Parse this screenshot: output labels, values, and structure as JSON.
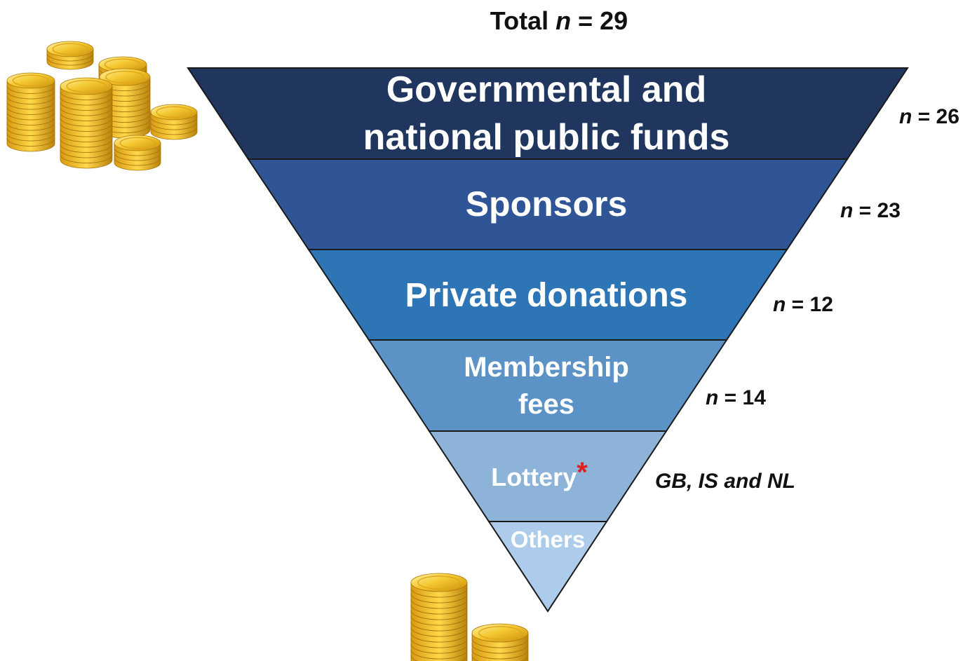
{
  "total": {
    "prefix": "Total ",
    "variable": "n",
    "suffix": " = 29"
  },
  "tiers": [
    {
      "name": "Governmental and national public funds",
      "lines": [
        "Governmental and",
        "national public funds"
      ],
      "count_var": "n",
      "count_text": " = 26",
      "count_value": 26,
      "color": "#20365f"
    },
    {
      "name": "Sponsors",
      "lines": [
        "Sponsors"
      ],
      "count_var": "n",
      "count_text": " = 23",
      "count_value": 23,
      "color": "#2f5597"
    },
    {
      "name": "Private donations",
      "lines": [
        "Private donations"
      ],
      "count_var": "n",
      "count_text": " = 12",
      "count_value": 12,
      "color": "#2e75b6"
    },
    {
      "name": "Membership fees",
      "lines": [
        "Membership",
        "fees"
      ],
      "count_var": "n",
      "count_text": " = 14",
      "count_value": 14,
      "color": "#5b93c7"
    },
    {
      "name": "Lottery",
      "lines": [
        "Lottery"
      ],
      "marker": "*",
      "note": "GB, IS and NL",
      "color": "#8eb3d9"
    },
    {
      "name": "Others",
      "lines": [
        "Others"
      ],
      "color": "#adcbea"
    }
  ],
  "colors": {
    "outline": "#1a1a1a",
    "asterisk": "#e0201f",
    "coin_gold": "#f2c029",
    "coin_dark": "#b8860b",
    "coin_light": "#ffe680"
  },
  "icons": {
    "coins_top_left": "coin-stack-icon",
    "coins_bottom": "coin-stack-icon"
  }
}
